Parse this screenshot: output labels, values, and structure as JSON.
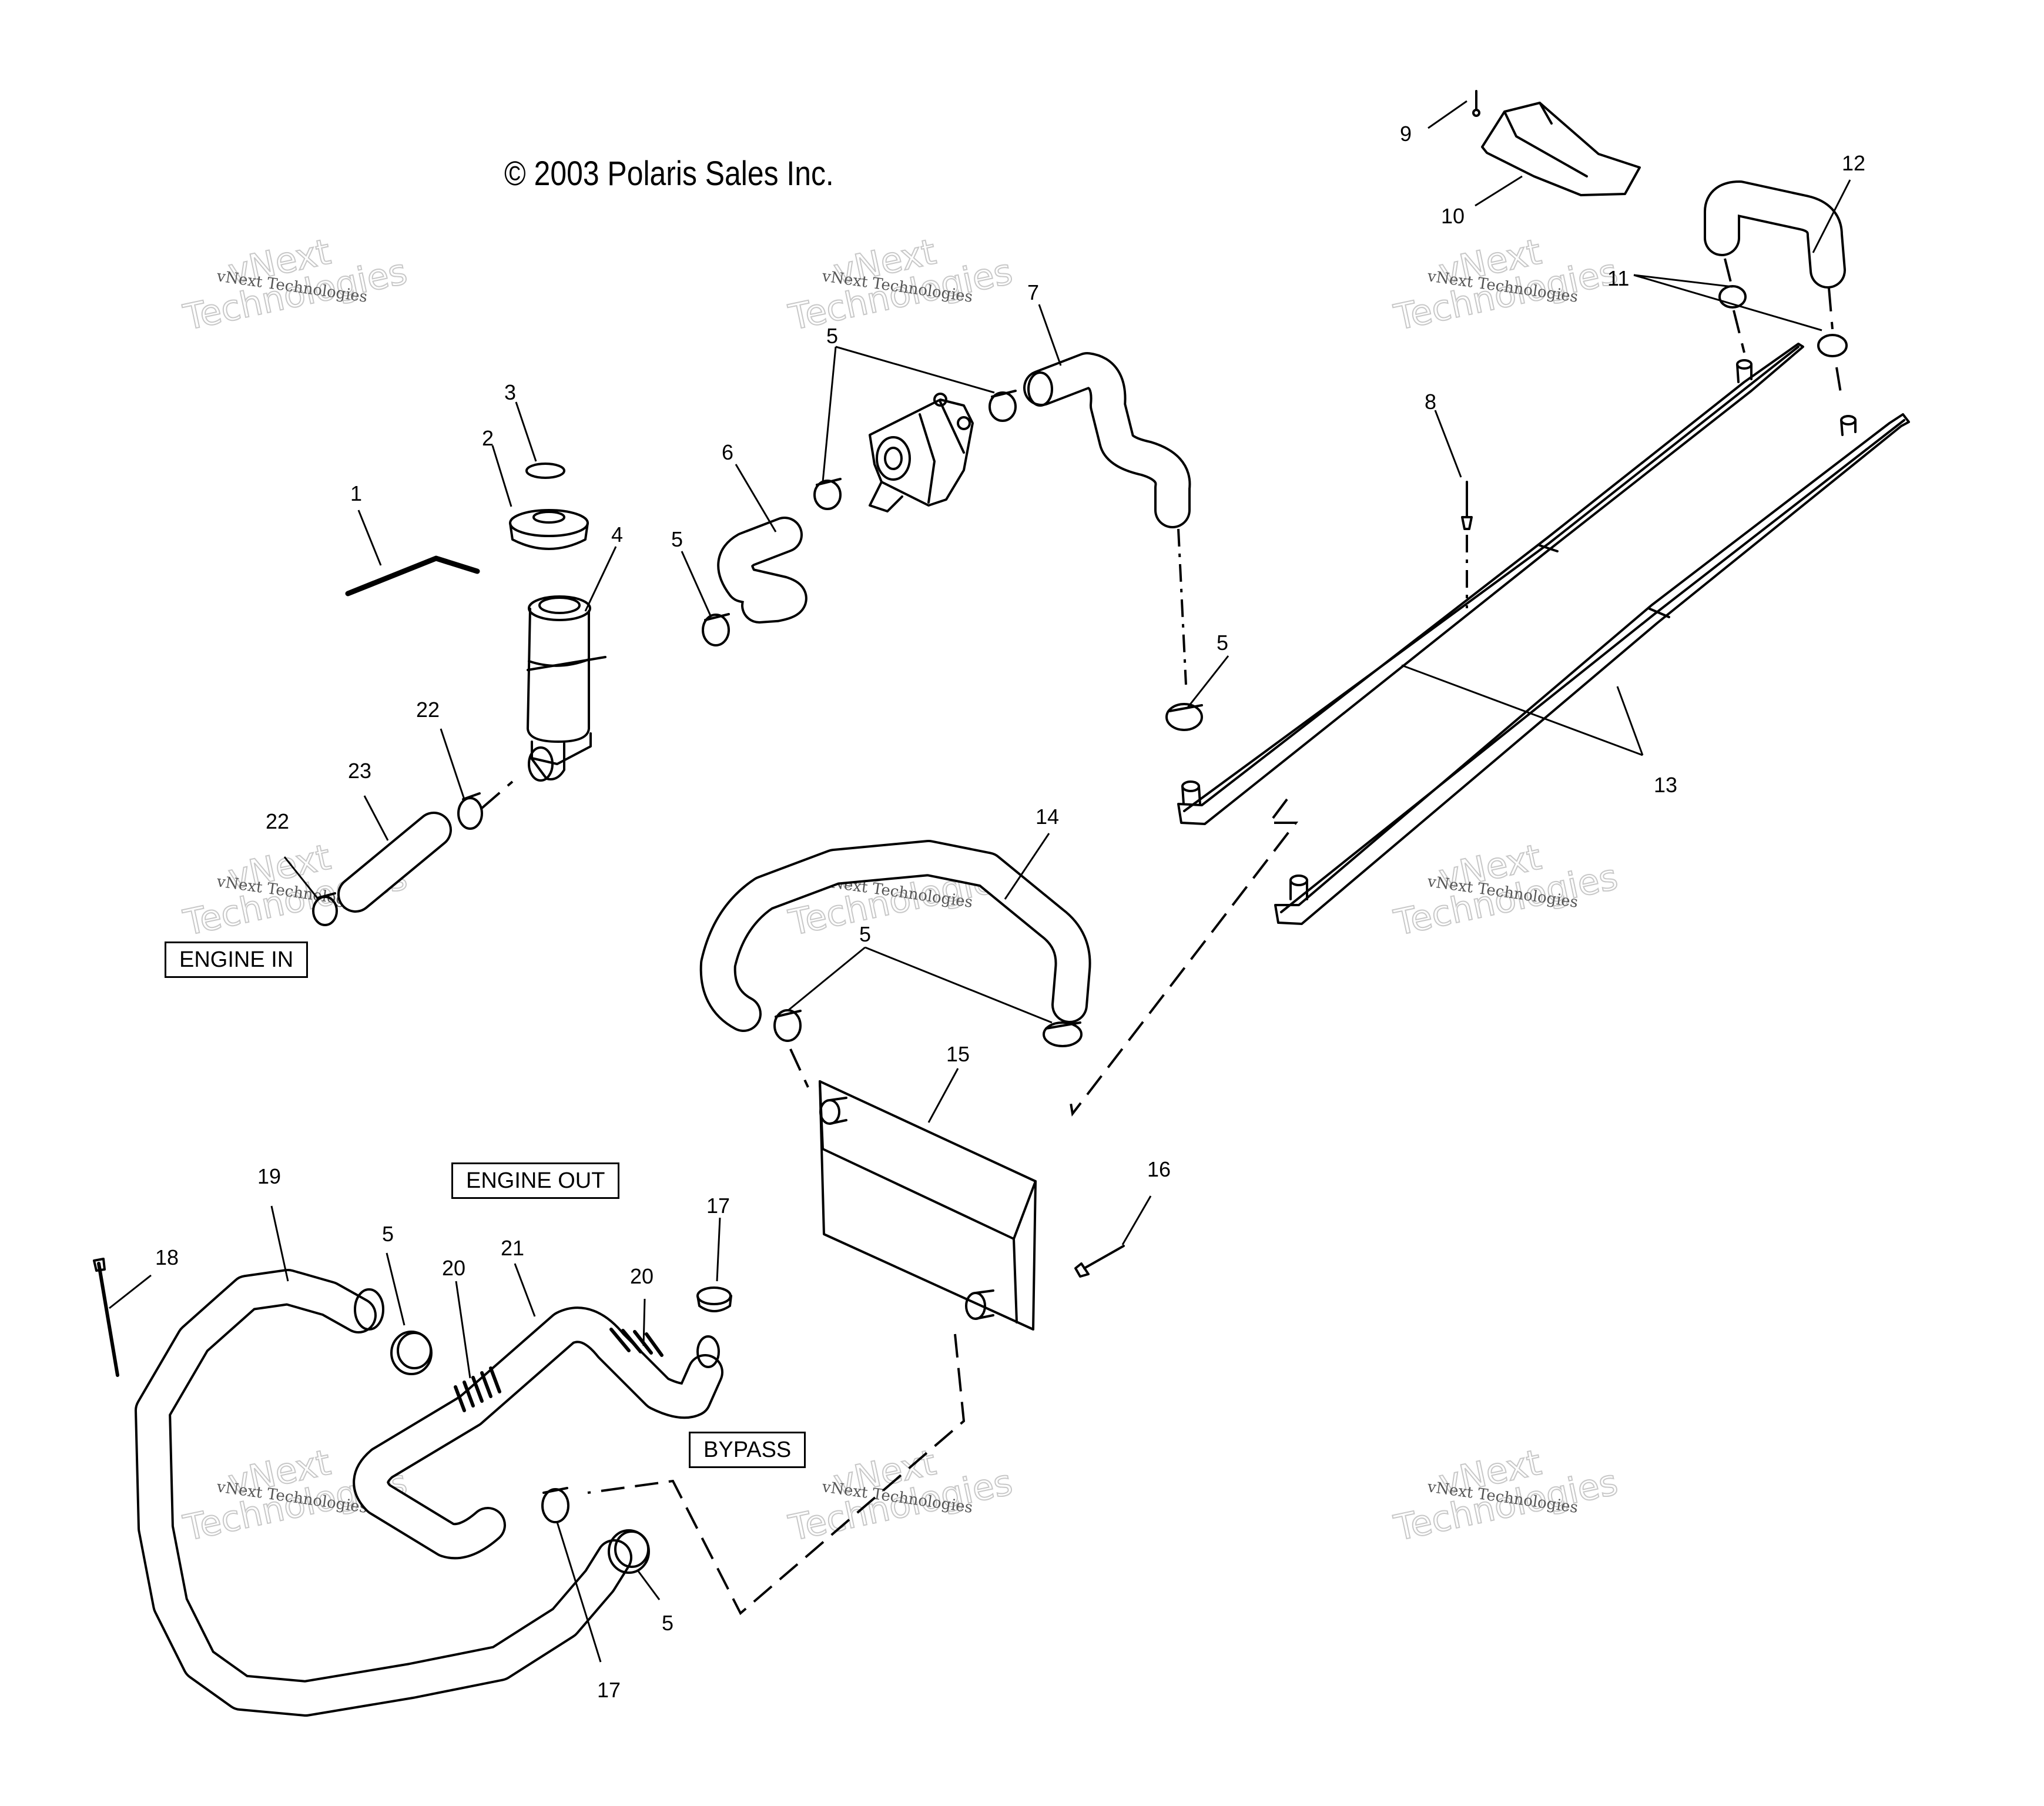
{
  "copyright": "© 2003 Polaris Sales Inc.",
  "boxed_labels": {
    "engine_in": "ENGINE IN",
    "engine_out": "ENGINE OUT",
    "bypass": "BYPASS"
  },
  "watermark": {
    "small": "vNext Technologies",
    "outline_top": "vNext",
    "outline_bottom": "Technologies"
  },
  "callouts": [
    {
      "id": "c1",
      "text": "1"
    },
    {
      "id": "c2",
      "text": "2"
    },
    {
      "id": "c3",
      "text": "3"
    },
    {
      "id": "c4",
      "text": "4"
    },
    {
      "id": "c5a",
      "text": "5"
    },
    {
      "id": "c5b",
      "text": "5"
    },
    {
      "id": "c5c",
      "text": "5"
    },
    {
      "id": "c5d",
      "text": "5"
    },
    {
      "id": "c5e",
      "text": "5"
    },
    {
      "id": "c5f",
      "text": "5"
    },
    {
      "id": "c6",
      "text": "6"
    },
    {
      "id": "c7",
      "text": "7"
    },
    {
      "id": "c8",
      "text": "8"
    },
    {
      "id": "c9",
      "text": "9"
    },
    {
      "id": "c10",
      "text": "10"
    },
    {
      "id": "c11",
      "text": "11"
    },
    {
      "id": "c12",
      "text": "12"
    },
    {
      "id": "c13",
      "text": "13"
    },
    {
      "id": "c14",
      "text": "14"
    },
    {
      "id": "c15",
      "text": "15"
    },
    {
      "id": "c16",
      "text": "16"
    },
    {
      "id": "c17a",
      "text": "17"
    },
    {
      "id": "c17b",
      "text": "17"
    },
    {
      "id": "c18",
      "text": "18"
    },
    {
      "id": "c19",
      "text": "19"
    },
    {
      "id": "c20a",
      "text": "20"
    },
    {
      "id": "c20b",
      "text": "20"
    },
    {
      "id": "c21",
      "text": "21"
    },
    {
      "id": "c22a",
      "text": "22"
    },
    {
      "id": "c22b",
      "text": "22"
    },
    {
      "id": "c23",
      "text": "23"
    }
  ]
}
